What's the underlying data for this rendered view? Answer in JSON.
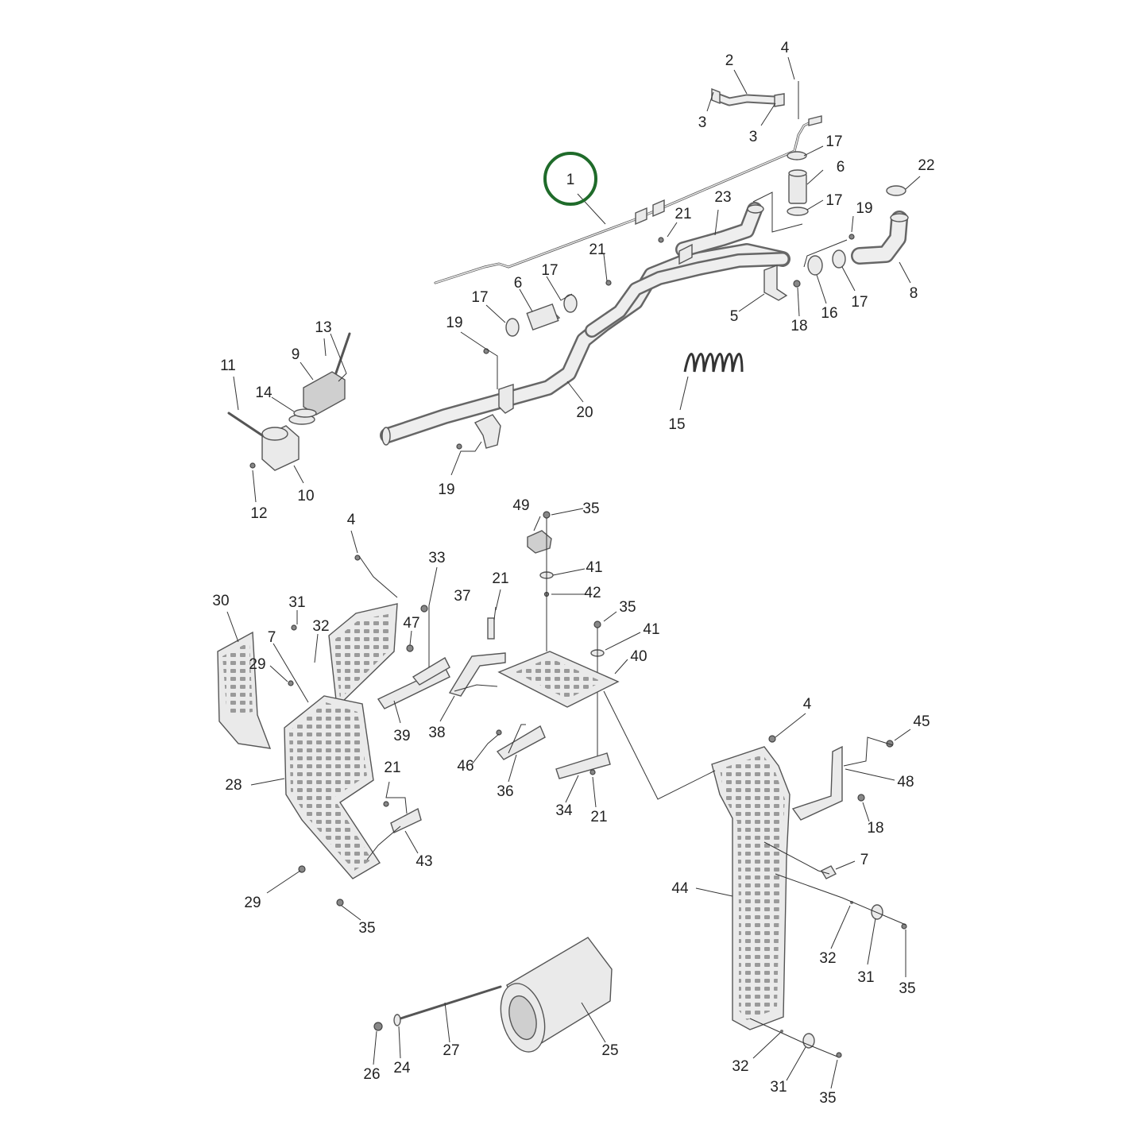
{
  "highlight": {
    "callout": "1",
    "ring_color": "#1f6b2a",
    "fill_color": "#eef3ee"
  },
  "callouts": {
    "c1": "1",
    "c2": "2",
    "c3a": "3",
    "c3b": "3",
    "c4a": "4",
    "c4b": "4",
    "c4c": "4",
    "c5": "5",
    "c6a": "6",
    "c6b": "6",
    "c7a": "7",
    "c7b": "7",
    "c8": "8",
    "c9": "9",
    "c10": "10",
    "c11": "11",
    "c12": "12",
    "c13": "13",
    "c14": "14",
    "c15": "15",
    "c16": "16",
    "c17a": "17",
    "c17b": "17",
    "c17c": "17",
    "c17d": "17",
    "c17e": "17",
    "c18a": "18",
    "c18b": "18",
    "c19a": "19",
    "c19b": "19",
    "c19c": "19",
    "c20": "20",
    "c21a": "21",
    "c21b": "21",
    "c21c": "21",
    "c21d": "21",
    "c21e": "21",
    "c22": "22",
    "c23": "23",
    "c24": "24",
    "c25": "25",
    "c26": "26",
    "c27": "27",
    "c28": "28",
    "c29a": "29",
    "c29b": "29",
    "c30": "30",
    "c31a": "31",
    "c31b": "31",
    "c31c": "31",
    "c32a": "32",
    "c32b": "32",
    "c32c": "32",
    "c33": "33",
    "c34": "34",
    "c35a": "35",
    "c35b": "35",
    "c35c": "35",
    "c35d": "35",
    "c35e": "35",
    "c36": "36",
    "c37": "37",
    "c38": "38",
    "c39": "39",
    "c40": "40",
    "c41a": "41",
    "c41b": "41",
    "c42": "42",
    "c43": "43",
    "c44": "44",
    "c45": "45",
    "c46": "46",
    "c47": "47",
    "c48": "48",
    "c49": "49"
  }
}
